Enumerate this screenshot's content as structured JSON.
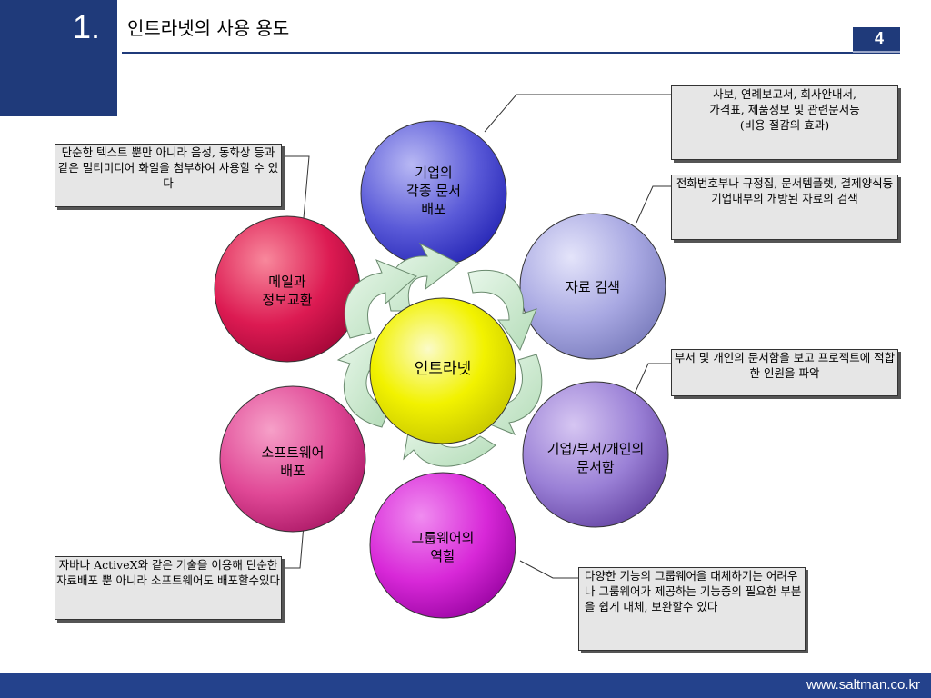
{
  "header": {
    "slide_number": "1.",
    "title": "인트라넷의 사용 용도",
    "page": "4"
  },
  "center": {
    "label": "인트라넷"
  },
  "nodes": [
    {
      "id": "documents",
      "label": "기업의\n각종 문서\n배포",
      "color": "#3a3ac8"
    },
    {
      "id": "search",
      "label": "자료 검색",
      "color": "#8f90cf"
    },
    {
      "id": "mailbox",
      "label": "기업/부서/개인의\n문서함",
      "color": "#7d63b8"
    },
    {
      "id": "groupware",
      "label": "그룹웨어의\n역할",
      "color": "#c40fc4"
    },
    {
      "id": "software",
      "label": "소프트웨어\n배포",
      "color": "#cc2f86"
    },
    {
      "id": "mail",
      "label": "메일과\n정보교환",
      "color": "#c8104e"
    }
  ],
  "callouts": {
    "documents": "사보, 연례보고서, 회사안내서,\n가격표, 제품정보 및 관련문서등\n(비용 절감의 효과)",
    "search": "전화번호부나 규정집, 문서템플렛, 결제양식등 기업내부의 개방된 자료의 검색",
    "mailbox": "부서 및 개인의 문서함을 보고 프로젝트에 적합한 인원을 파악",
    "groupware": "다양한 기능의 그룹웨어을 대체하기는 어려우나 그룹웨어가 제공하는 기능중의 필요한 부분을 쉽게 대체, 보완할수 있다",
    "software": "자바나 ActiveX와 같은 기술을 이용해 단순한 자료배포 뿐 아니라 소프트웨어도 배포할수있다",
    "mail": "단순한 텍스트 뿐만 아니라 음성, 동화상 등과 같은 멀티미디어 화일을 첨부하여 사용할 수 있다"
  },
  "footer": {
    "url": "www.saltman.co.kr"
  }
}
